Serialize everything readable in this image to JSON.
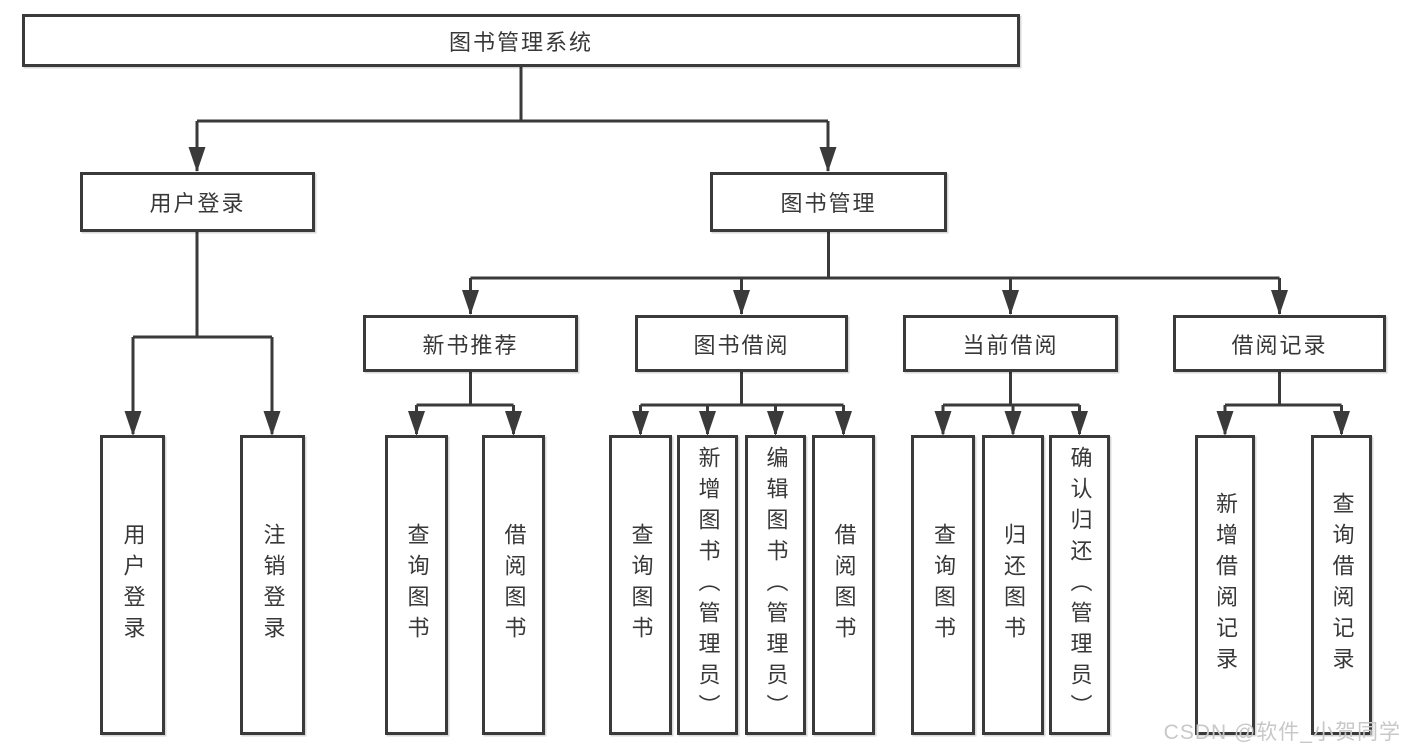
{
  "diagram": {
    "root": {
      "label": "图书管理系统"
    },
    "level2": [
      {
        "label": "用户登录",
        "parent": "图书管理系统"
      },
      {
        "label": "图书管理",
        "parent": "图书管理系统"
      }
    ],
    "level3": [
      {
        "label": "新书推荐",
        "parent": "图书管理"
      },
      {
        "label": "图书借阅",
        "parent": "图书管理"
      },
      {
        "label": "当前借阅",
        "parent": "图书管理"
      },
      {
        "label": "借阅记录",
        "parent": "图书管理"
      }
    ],
    "leaves": [
      {
        "label": "用户登录",
        "parent": "用户登录"
      },
      {
        "label": "注销登录",
        "parent": "用户登录"
      },
      {
        "label": "查询图书",
        "parent": "新书推荐"
      },
      {
        "label": "借阅图书",
        "parent": "新书推荐"
      },
      {
        "label": "查询图书",
        "parent": "图书借阅"
      },
      {
        "label": "新增图书（管理员）",
        "parent": "图书借阅"
      },
      {
        "label": "编辑图书（管理员）",
        "parent": "图书借阅"
      },
      {
        "label": "借阅图书",
        "parent": "图书借阅"
      },
      {
        "label": "查询图书",
        "parent": "当前借阅"
      },
      {
        "label": "归还图书",
        "parent": "当前借阅"
      },
      {
        "label": "确认归还（管理员）",
        "parent": "当前借阅"
      },
      {
        "label": "新增借阅记录",
        "parent": "借阅记录"
      },
      {
        "label": "查询借阅记录",
        "parent": "借阅记录"
      }
    ],
    "colors": {
      "line": "#3a3a3a",
      "box_border": "#3a3a3a",
      "text": "#383838",
      "box_fill": "#ffffff",
      "background": "#ffffff"
    }
  },
  "watermark": {
    "text": "CSDN @软件_小贺同学",
    "color": "#c8c8c8"
  }
}
